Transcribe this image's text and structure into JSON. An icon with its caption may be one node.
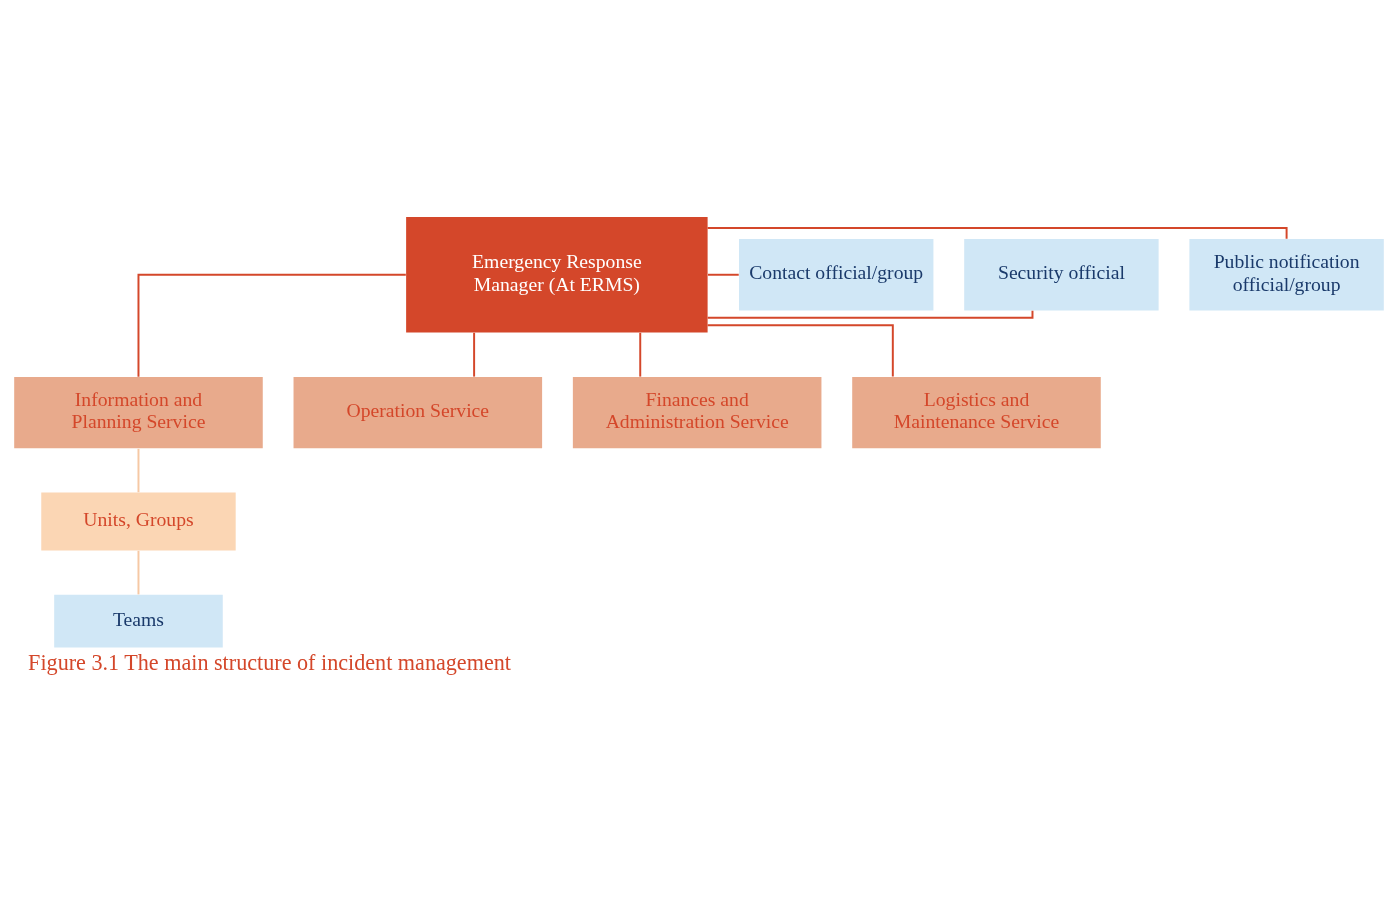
{
  "diagram": {
    "caption": "Figure 3.1 The main structure of incident management",
    "nodes": [
      {
        "text": [
          "Emergency Response Manager (At ERMS)"
        ]
      },
      {
        "text": [
          "Public notification official/group"
        ]
      },
      {
        "text": [
          "Security official"
        ]
      },
      {
        "text": [
          "Contact official/group"
        ]
      },
      {
        "text": [
          "Information and Planning Service"
        ]
      },
      {
        "text": [
          "Operation Service"
        ]
      },
      {
        "text": [
          "Finances and Administration Service"
        ]
      },
      {
        "text": [
          "Logistics and Maintenance Service"
        ]
      },
      {
        "text": [
          "Units, Groups"
        ]
      },
      {
        "text": [
          "Teams"
        ]
      }
    ],
    "edges": [
      {
        "from": 0,
        "to": 1,
        "arrow": "none"
      },
      {
        "from": 0,
        "to": 2,
        "arrow": "none"
      },
      {
        "from": 0,
        "to": 3,
        "arrow": "none"
      },
      {
        "from": 0,
        "to": 4,
        "arrow": "none"
      },
      {
        "from": 0,
        "to": 5,
        "arrow": "none"
      },
      {
        "from": 0,
        "to": 6,
        "arrow": "none"
      },
      {
        "from": 0,
        "to": 7,
        "arrow": "none"
      },
      {
        "from": 4,
        "to": 8,
        "arrow": "none",
        "color": "#f6c8a4"
      },
      {
        "from": 8,
        "to": 9,
        "arrow": "none",
        "color": "#f6c8a4"
      }
    ]
  }
}
